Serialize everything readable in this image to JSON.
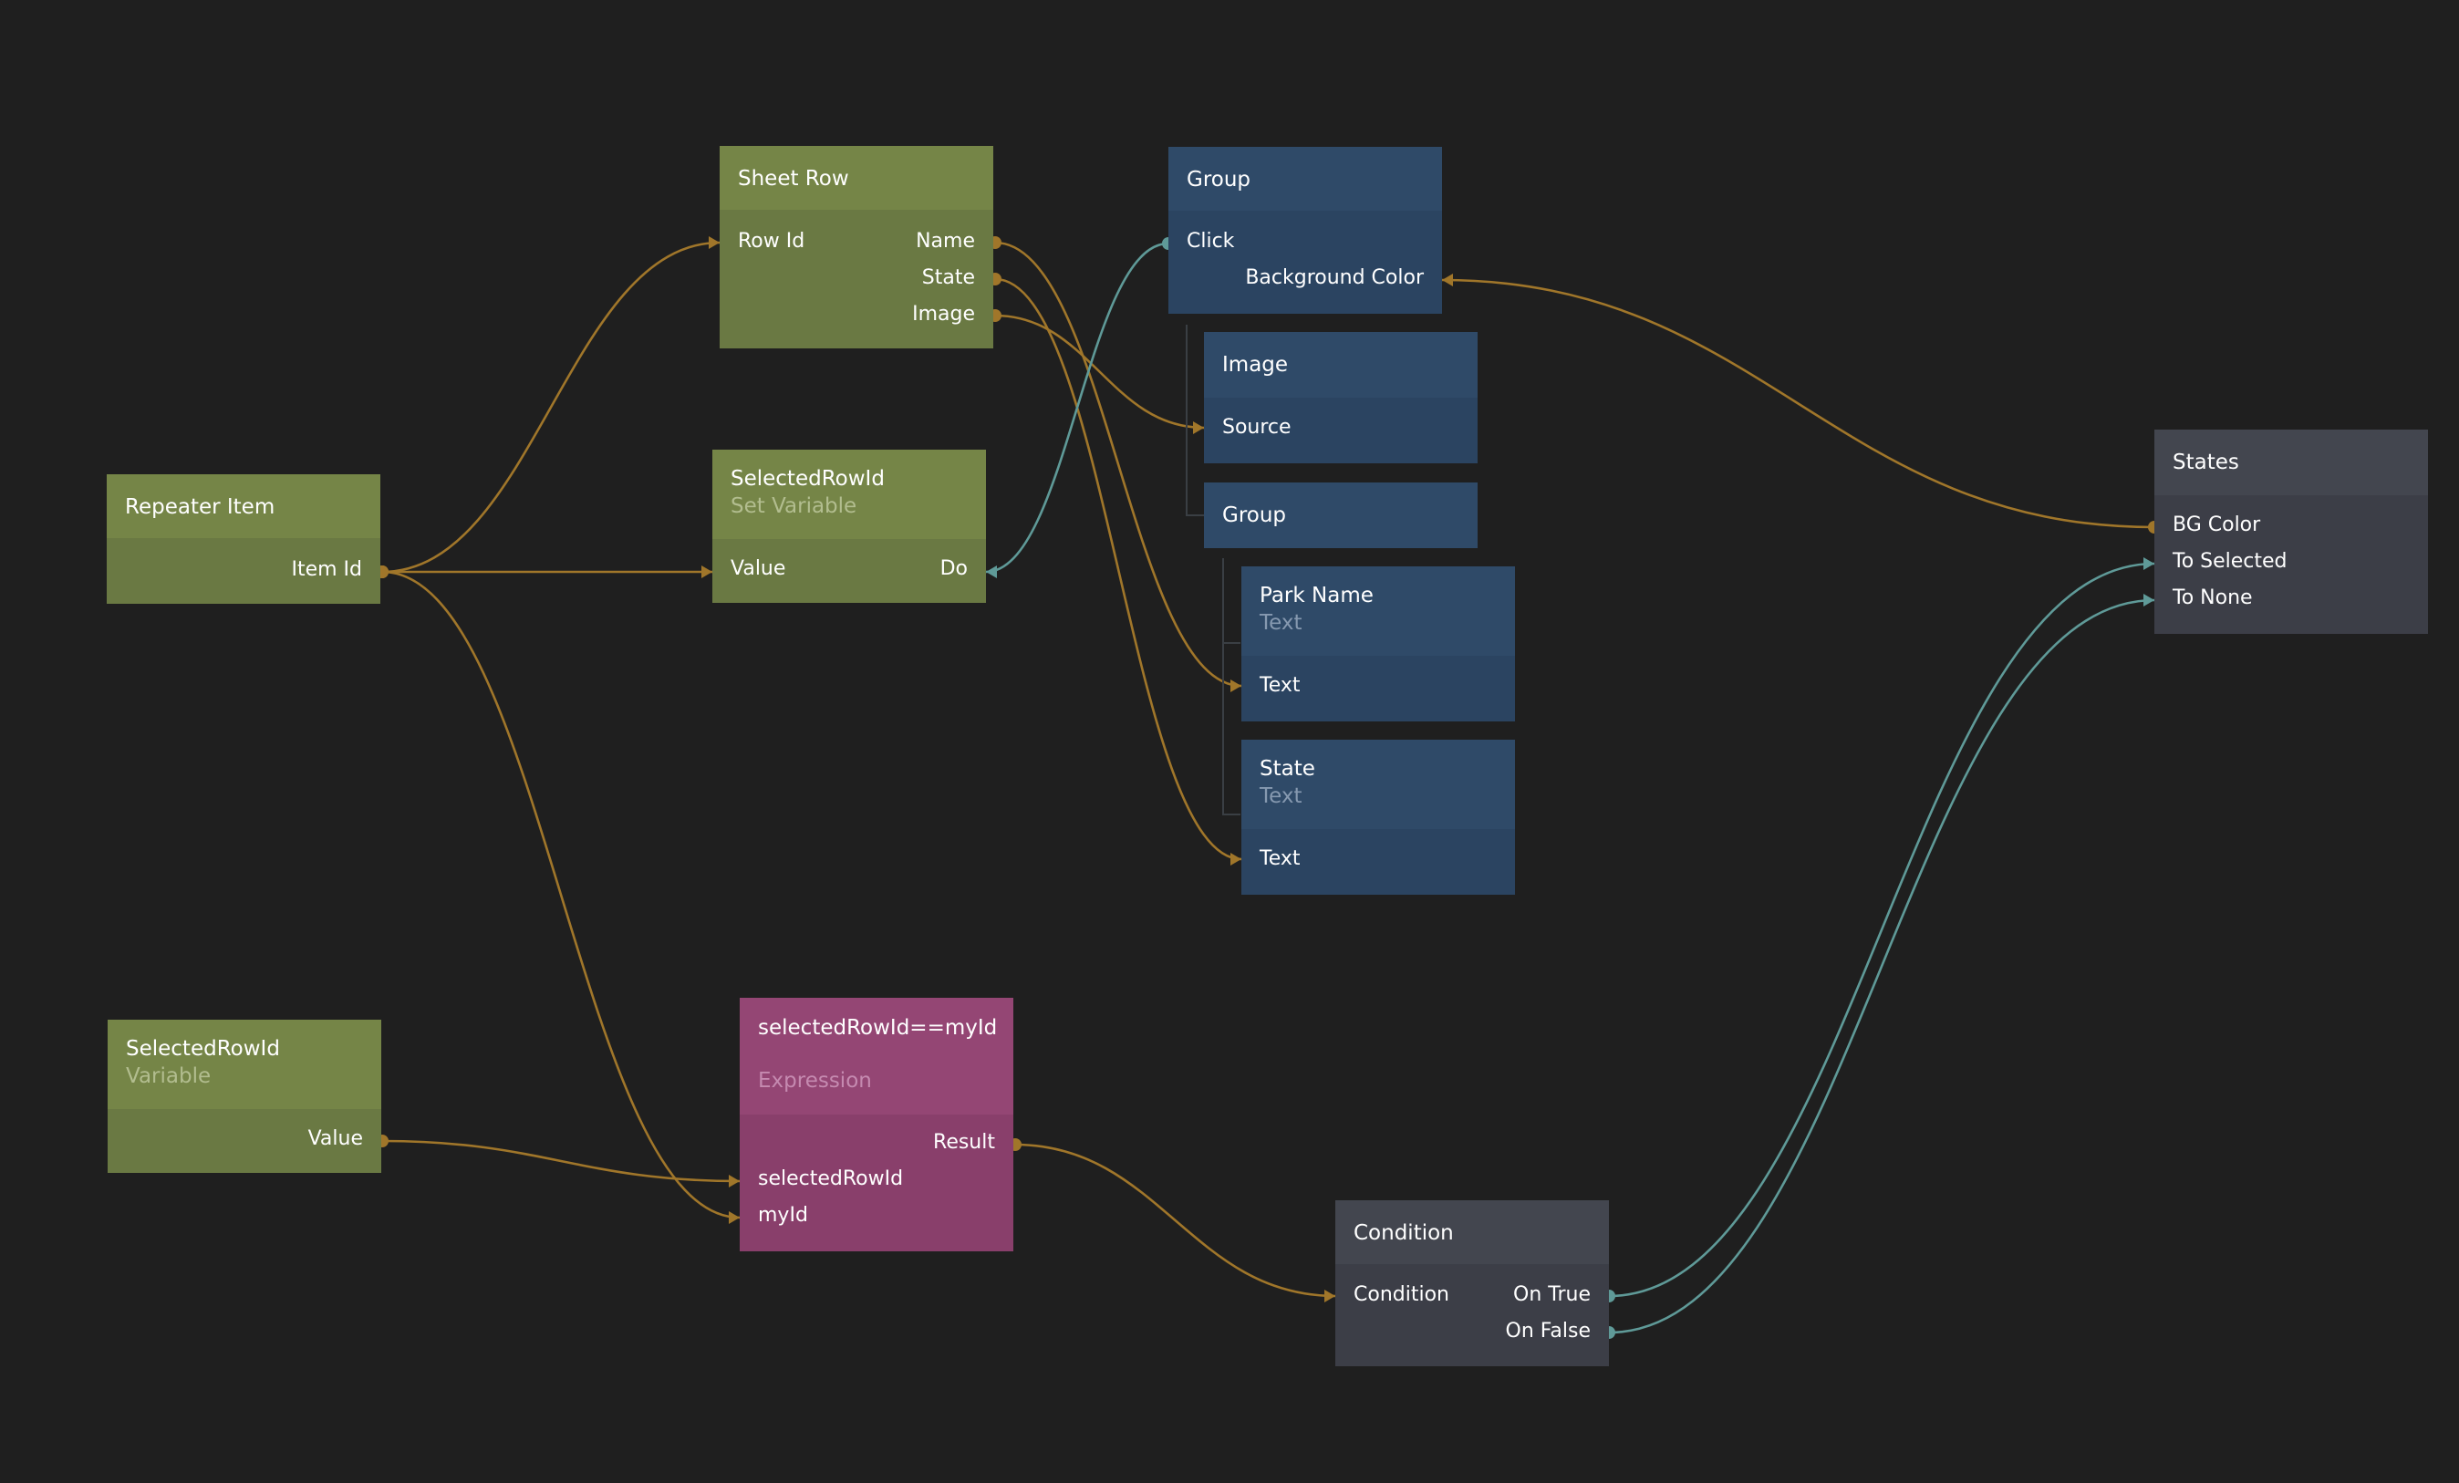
{
  "colors": {
    "background": "#1f1f1f",
    "data_wire": "#a0762a",
    "signal_wire": "#5f9a98",
    "themes": {
      "green": {
        "header": "#758547",
        "body": "#6a7943",
        "subtitle": "#b2bd8f"
      },
      "blue": {
        "header": "#2f4a68",
        "body": "#2b4461",
        "subtitle": "#8699b0"
      },
      "pink": {
        "header": "#944674",
        "body": "#893f6b",
        "subtitle": "#c58ab0"
      },
      "gray": {
        "header": "#43464f",
        "body": "#3c3e47",
        "subtitle": "#9a9ca4"
      }
    }
  },
  "nodes": [
    {
      "id": "sheet-row",
      "theme": "green",
      "title": "Sheet Row",
      "inputs": [
        {
          "id": "row-id",
          "label": "Row Id"
        }
      ],
      "outputs": [
        {
          "id": "name",
          "label": "Name"
        },
        {
          "id": "state",
          "label": "State"
        },
        {
          "id": "image",
          "label": "Image"
        }
      ]
    },
    {
      "id": "repeater-item",
      "theme": "green",
      "title": "Repeater Item",
      "outputs": [
        {
          "id": "item-id",
          "label": "Item Id"
        }
      ]
    },
    {
      "id": "set-variable",
      "theme": "green",
      "title": "SelectedRowId",
      "subtitle": "Set Variable",
      "inputs": [
        {
          "id": "value",
          "label": "Value"
        }
      ],
      "outputs": [
        {
          "id": "do",
          "label": "Do"
        }
      ]
    },
    {
      "id": "variable",
      "theme": "green",
      "title": "SelectedRowId",
      "subtitle": "Variable",
      "outputs": [
        {
          "id": "value",
          "label": "Value"
        }
      ]
    },
    {
      "id": "expression",
      "theme": "pink",
      "title": "selectedRowId==myId",
      "subtitle": "Expression",
      "inputs": [
        {
          "id": "selectedRowId",
          "label": "selectedRowId"
        },
        {
          "id": "myId",
          "label": "myId"
        }
      ],
      "outputs": [
        {
          "id": "result",
          "label": "Result"
        }
      ]
    },
    {
      "id": "group-top",
      "theme": "blue",
      "title": "Group",
      "inputs": [
        {
          "id": "background-color",
          "label": "Background Color"
        }
      ],
      "outputs": [
        {
          "id": "click",
          "label": "Click"
        }
      ]
    },
    {
      "id": "image",
      "theme": "blue",
      "title": "Image",
      "inputs": [
        {
          "id": "source",
          "label": "Source"
        }
      ]
    },
    {
      "id": "group-inner",
      "theme": "blue",
      "title": "Group"
    },
    {
      "id": "park-name",
      "theme": "blue",
      "title": "Park Name",
      "subtitle": "Text",
      "inputs": [
        {
          "id": "text",
          "label": "Text"
        }
      ]
    },
    {
      "id": "state-text",
      "theme": "blue",
      "title": "State",
      "subtitle": "Text",
      "inputs": [
        {
          "id": "text",
          "label": "Text"
        }
      ]
    },
    {
      "id": "states",
      "theme": "gray",
      "title": "States",
      "inputs": [
        {
          "id": "to-selected",
          "label": "To Selected"
        },
        {
          "id": "to-none",
          "label": "To None"
        }
      ],
      "outputs": [
        {
          "id": "bg-color",
          "label": "BG Color"
        }
      ]
    },
    {
      "id": "condition",
      "theme": "gray",
      "title": "Condition",
      "inputs": [
        {
          "id": "condition",
          "label": "Condition"
        }
      ],
      "outputs": [
        {
          "id": "on-true",
          "label": "On True"
        },
        {
          "id": "on-false",
          "label": "On False"
        }
      ]
    }
  ],
  "connections": [
    {
      "from": "repeater-item.item-id",
      "to": "sheet-row.row-id",
      "kind": "data"
    },
    {
      "from": "repeater-item.item-id",
      "to": "set-variable.value",
      "kind": "data"
    },
    {
      "from": "repeater-item.item-id",
      "to": "expression.myId",
      "kind": "data"
    },
    {
      "from": "variable.value",
      "to": "expression.selectedRowId",
      "kind": "data"
    },
    {
      "from": "sheet-row.name",
      "to": "park-name.text",
      "kind": "data"
    },
    {
      "from": "sheet-row.state",
      "to": "state-text.text",
      "kind": "data"
    },
    {
      "from": "sheet-row.image",
      "to": "image.source",
      "kind": "data"
    },
    {
      "from": "group-top.click",
      "to": "set-variable.do",
      "kind": "signal"
    },
    {
      "from": "states.bg-color",
      "to": "group-top.background-color",
      "kind": "data"
    },
    {
      "from": "expression.result",
      "to": "condition.condition",
      "kind": "data"
    },
    {
      "from": "condition.on-true",
      "to": "states.to-selected",
      "kind": "signal"
    },
    {
      "from": "condition.on-false",
      "to": "states.to-none",
      "kind": "signal"
    }
  ]
}
